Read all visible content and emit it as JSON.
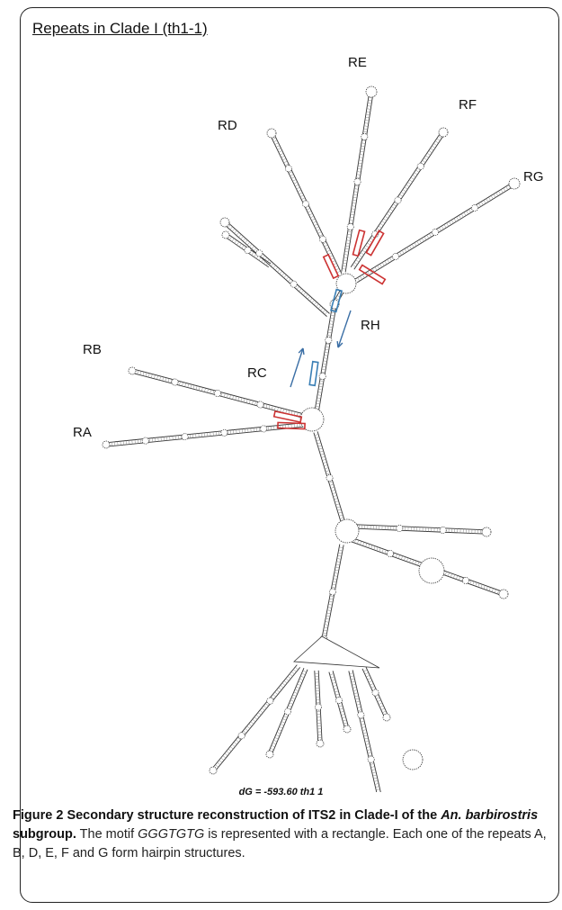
{
  "figure": {
    "title": "Repeats in Clade I (th1-1)",
    "dg_text": "dG = -593.60 th1 1"
  },
  "labels": {
    "RA": "RA",
    "RB": "RB",
    "RC": "RC",
    "RD": "RD",
    "RE": "RE",
    "RF": "RF",
    "RG": "RG",
    "RH": "RH"
  },
  "caption": {
    "figure_label": "Figure 2",
    "bold_part1": "Secondary structure reconstruction of ITS2 in Clade-I of the",
    "bold_italic": "An. barbirostris",
    "bold_part2": "subgroup.",
    "text1": "The motif",
    "motif": "GGGTGTG",
    "text2": "is represented with a rectangle. Each one of the repeats A, B, D, E, F and G form hairpin structures."
  },
  "colors": {
    "repeat_box": "#cc3333",
    "motif_box": "#3a7fb5",
    "arrow": "#3a6ea5",
    "structure": "#333333"
  }
}
